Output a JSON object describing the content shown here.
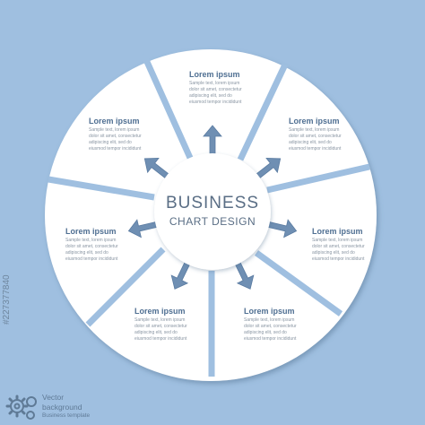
{
  "center": {
    "title": "BUSINESS",
    "subtitle": "CHART DESIGN"
  },
  "segments": [
    {
      "title": "Lorem ipsum",
      "body": "Sample text, lorem ipsum dolor sit amet, consectetur adipiscing elit, sed do eiusmod tempor incididunt"
    },
    {
      "title": "Lorem ipsum",
      "body": "Sample text, lorem ipsum dolor sit amet, consectetur adipiscing elit, sed do eiusmod tempor incididunt"
    },
    {
      "title": "Lorem ipsum",
      "body": "Sample text, lorem ipsum dolor sit amet, consectetur adipiscing elit, sed do eiusmod tempor incididunt"
    },
    {
      "title": "Lorem ipsum",
      "body": "Sample text, lorem ipsum dolor sit amet, consectetur adipiscing elit, sed do eiusmod tempor incididunt"
    },
    {
      "title": "Lorem ipsum",
      "body": "Sample text, lorem ipsum dolor sit amet, consectetur adipiscing elit, sed do eiusmod tempor incididunt"
    },
    {
      "title": "Lorem ipsum",
      "body": "Sample text, lorem ipsum dolor sit amet, consectetur adipiscing elit, sed do eiusmod tempor incididunt"
    },
    {
      "title": "Lorem ipsum",
      "body": "Sample text, lorem ipsum dolor sit amet, consectetur adipiscing elit, sed do eiusmod tempor incididunt"
    }
  ],
  "footer": {
    "stock_id": "#227377840",
    "line1": "Vector",
    "line2": "background",
    "line3": "Business template"
  },
  "colors": {
    "background": "#9fbfe0",
    "disc": "#ffffff",
    "gap": "#9fbfe0",
    "text_title": "#4f6f92",
    "text_body": "#8a96a3"
  },
  "icons": [
    "arrow-icon",
    "gears-icon"
  ]
}
